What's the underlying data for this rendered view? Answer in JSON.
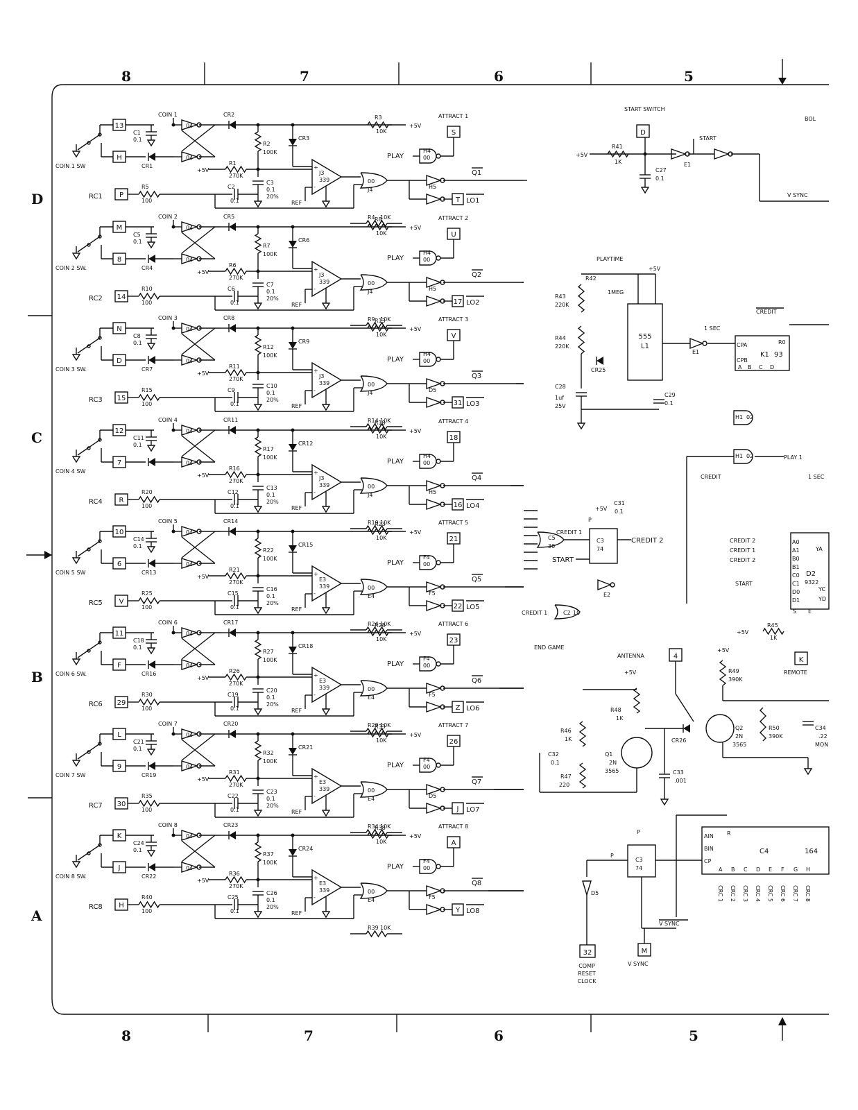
{
  "zones_top": [
    "8",
    "7",
    "6",
    "5"
  ],
  "zones_bottom": [
    "8",
    "7",
    "6",
    "5"
  ],
  "rows": [
    "D",
    "C",
    "B",
    "A"
  ],
  "coin_channels": [
    {
      "coin": "COIN 1",
      "sw": "COIN 1 SW",
      "cr_top": "CR2",
      "cr_bot": "CR1",
      "cap": "C1",
      "capv": "0.1",
      "pin_a": "13",
      "pin_b": "H",
      "rc": "RC1",
      "rcpin": "P",
      "r_rc": "R5",
      "r_rc_v": "100",
      "c_rc": "C2",
      "c_rc_v": "0.1",
      "r_pu": "R1",
      "r_pu_v": "270K",
      "r_pd": "R2",
      "r_pd_v": "100K",
      "cr_r": "CR3",
      "c_t": "C3",
      "c_t_v": "0.1",
      "c_t_tol": "20%",
      "cmp": "J3",
      "cmp_v": "339",
      "out_gate": "J4",
      "r_a": "R3",
      "r_a_v": "10K",
      "r_b": "R4",
      "r_b_v": "10K",
      "attract": "ATTRACT 1",
      "att_pin": "S",
      "play_gate": "H4",
      "q": "Q1",
      "lo": "LO1",
      "lo_pin": "T",
      "inv_gate": "H5"
    },
    {
      "coin": "COIN 2",
      "sw": "COIN 2 SW.",
      "cr_top": "CR5",
      "cr_bot": "CR4",
      "cap": "C5",
      "capv": "0.1",
      "pin_a": "M",
      "pin_b": "8",
      "rc": "RC2",
      "rcpin": "14",
      "r_rc": "R10",
      "r_rc_v": "100",
      "c_rc": "C6",
      "c_rc_v": "0.1",
      "r_pu": "R6",
      "r_pu_v": "270K",
      "r_pd": "R7",
      "r_pd_v": "100K",
      "cr_r": "CR6",
      "c_t": "C7",
      "c_t_v": "0.1",
      "c_t_tol": "20%",
      "cmp": "J3",
      "cmp_v": "339",
      "out_gate": "J4",
      "r_a": "R8",
      "r_a_v": "10K",
      "r_b": "R9",
      "r_b_v": "10K",
      "attract": "ATTRACT 2",
      "att_pin": "U",
      "play_gate": "H4",
      "q": "Q2",
      "lo": "LO2",
      "lo_pin": "17",
      "inv_gate": "H5"
    },
    {
      "coin": "COIN 3",
      "sw": "COIN 3 SW.",
      "cr_top": "CR8",
      "cr_bot": "CR7",
      "cap": "C8",
      "capv": "0.1",
      "pin_a": "N",
      "pin_b": "D",
      "rc": "RC3",
      "rcpin": "15",
      "r_rc": "R15",
      "r_rc_v": "100",
      "c_rc": "C9",
      "c_rc_v": "0.1",
      "r_pu": "R11",
      "r_pu_v": "270K",
      "r_pd": "R12",
      "r_pd_v": "100K",
      "cr_r": "CR9",
      "c_t": "C10",
      "c_t_v": "0.1",
      "c_t_tol": "20%",
      "cmp": "J3",
      "cmp_v": "339",
      "out_gate": "J4",
      "r_a": "R13",
      "r_a_v": "10K",
      "r_b": "R14",
      "r_b_v": "10K",
      "attract": "ATTRACT 3",
      "att_pin": "V",
      "play_gate": "H4",
      "q": "Q3",
      "lo": "LO3",
      "lo_pin": "31",
      "inv_gate": "D5"
    },
    {
      "coin": "COIN 4",
      "sw": "COIN 4 SW",
      "cr_top": "CR11",
      "cr_bot": "",
      "cap": "C11",
      "capv": "0.1",
      "pin_a": "12",
      "pin_b": "7",
      "rc": "RC4",
      "rcpin": "R",
      "r_rc": "R20",
      "r_rc_v": "100",
      "c_rc": "C12",
      "c_rc_v": "0.1",
      "r_pu": "R16",
      "r_pu_v": "270K",
      "r_pd": "R17",
      "r_pd_v": "100K",
      "cr_r": "CR12",
      "c_t": "C13",
      "c_t_v": "0.1",
      "c_t_tol": "20%",
      "cmp": "J3",
      "cmp_v": "339",
      "out_gate": "J4",
      "r_a": "R18",
      "r_a_v": "10K",
      "r_b": "R19",
      "r_b_v": "10K",
      "attract": "ATTRACT 4",
      "att_pin": "18",
      "play_gate": "H4",
      "q": "Q4",
      "lo": "LO4",
      "lo_pin": "16",
      "inv_gate": "H5"
    },
    {
      "coin": "COIN 5",
      "sw": "COIN 5 SW",
      "cr_top": "CR14",
      "cr_bot": "CR13",
      "cap": "C14",
      "capv": "0.1",
      "pin_a": "10",
      "pin_b": "6",
      "rc": "RC5",
      "rcpin": "V",
      "r_rc": "R25",
      "r_rc_v": "100",
      "c_rc": "C15",
      "c_rc_v": "0.1",
      "r_pu": "R21",
      "r_pu_v": "270K",
      "r_pd": "R22",
      "r_pd_v": "100K",
      "cr_r": "CR15",
      "c_t": "C16",
      "c_t_v": "0.1",
      "c_t_tol": "20%",
      "cmp": "E3",
      "cmp_v": "339",
      "out_gate": "E4",
      "r_a": "R23",
      "r_a_v": "10K",
      "r_b": "R24",
      "r_b_v": "10K",
      "attract": "ATTRACT 5",
      "att_pin": "21",
      "play_gate": "F4",
      "q": "Q5",
      "lo": "LO5",
      "lo_pin": "22",
      "inv_gate": "F5"
    },
    {
      "coin": "COIN 6",
      "sw": "COIN 6 SW.",
      "cr_top": "CR17",
      "cr_bot": "CR16",
      "cap": "C18",
      "capv": "0.1",
      "pin_a": "11",
      "pin_b": "F",
      "rc": "RC6",
      "rcpin": "29",
      "r_rc": "R30",
      "r_rc_v": "100",
      "c_rc": "C19",
      "c_rc_v": "0.1",
      "r_pu": "R26",
      "r_pu_v": "270K",
      "r_pd": "R27",
      "r_pd_v": "100K",
      "cr_r": "CR18",
      "c_t": "C20",
      "c_t_v": "0.1",
      "c_t_tol": "20%",
      "cmp": "E3",
      "cmp_v": "339",
      "out_gate": "E4",
      "r_a": "R28",
      "r_a_v": "10K",
      "r_b": "R29",
      "r_b_v": "10K",
      "attract": "ATTRACT 6",
      "att_pin": "23",
      "play_gate": "F4",
      "q": "Q6",
      "lo": "LO6",
      "lo_pin": "Z",
      "inv_gate": "F5"
    },
    {
      "coin": "COIN 7",
      "sw": "COIN 7 SW",
      "cr_top": "CR20",
      "cr_bot": "CR19",
      "cap": "C21",
      "capv": "0.1",
      "pin_a": "L",
      "pin_b": "9",
      "rc": "RC7",
      "rcpin": "30",
      "r_rc": "R35",
      "r_rc_v": "100",
      "c_rc": "C22",
      "c_rc_v": "0.1",
      "r_pu": "R31",
      "r_pu_v": "270K",
      "r_pd": "R32",
      "r_pd_v": "100K",
      "cr_r": "CR21",
      "c_t": "C23",
      "c_t_v": "0.1",
      "c_t_tol": "20%",
      "cmp": "E3",
      "cmp_v": "339",
      "out_gate": "E4",
      "r_a": "R33",
      "r_a_v": "10K",
      "r_b": "R34",
      "r_b_v": "10K",
      "attract": "ATTRACT 7",
      "att_pin": "26",
      "play_gate": "F4",
      "q": "Q7",
      "lo": "LO7",
      "lo_pin": "J",
      "inv_gate": "D5"
    },
    {
      "coin": "COIN 8",
      "sw": "COIN 8 SW.",
      "cr_top": "CR23",
      "cr_bot": "CR22",
      "cap": "C24",
      "capv": "0.1",
      "pin_a": "K",
      "pin_b": "J",
      "rc": "RC8",
      "rcpin": "H",
      "r_rc": "R40",
      "r_rc_v": "100",
      "c_rc": "C25",
      "c_rc_v": "0.1",
      "r_pu": "R36",
      "r_pu_v": "270K",
      "r_pd": "R37",
      "r_pd_v": "100K",
      "cr_r": "CR24",
      "c_t": "C26",
      "c_t_v": "0.1",
      "c_t_tol": "20%",
      "cmp": "E3",
      "cmp_v": "339",
      "out_gate": "E4",
      "r_a": "R38",
      "r_a_v": "10K",
      "r_b": "R39",
      "r_b_v": "10K",
      "attract": "ATTRACT 8",
      "att_pin": "A",
      "play_gate": "F4",
      "q": "Q8",
      "lo": "LO8",
      "lo_pin": "Y",
      "inv_gate": "F5"
    }
  ],
  "common": {
    "plus5v": "+5V",
    "play": "PLAY",
    "ref": "REF",
    "gate04": "04",
    "gate00": "00",
    "pos": "+",
    "neg": "-"
  },
  "right": {
    "start_switch": "START SWITCH",
    "start_switch_pin": "D",
    "r41": "R41",
    "r41_v": "1K",
    "c27": "C27",
    "c27_v": "0.1",
    "e1": "E1",
    "start": "START",
    "vsync": "V SYNC",
    "boll": "BOL",
    "playtime": "PLAYTIME",
    "r42": "R42",
    "r42_v": "1MEG",
    "r43": "R43",
    "r43_v": "220K",
    "r44": "R44",
    "r44_v": "220K",
    "cr25": "CR25",
    "c28": "C28",
    "c28_v": "1uf",
    "c28_v2": "25V",
    "c29": "C29",
    "c29_v": "0.1",
    "timer": "555",
    "timer_ref": "L1",
    "one_sec": "1 SEC",
    "credit_bar": "CREDIT",
    "k1": "K1",
    "k1_v": "93",
    "k1_pins": [
      "CPA",
      "CPB",
      "A",
      "B",
      "C",
      "D",
      "R0"
    ],
    "h1": "H1",
    "h1_v": "02",
    "play1": "PLAY 1",
    "one_sec_b": "1 SEC",
    "credit1": "CREDIT 1",
    "credit2": "CREDIT 2",
    "c5": "C5",
    "c5_v": "30",
    "c31": "C31",
    "c31_v": "0.1",
    "c3": "C3",
    "c3_v": "74",
    "c2": "C2",
    "c2_v": "10",
    "e2": "E2",
    "end_game": "END GAME",
    "p": "P",
    "d2": "D2",
    "d2_v": "9322",
    "d2_inputs": [
      "A0",
      "A1",
      "B0",
      "B1",
      "C0",
      "C1",
      "D0",
      "D1",
      "S",
      "E"
    ],
    "d2_out": [
      "YA",
      "YC",
      "YD"
    ],
    "r45": "R45",
    "r45_v": "1K",
    "remote": "REMOTE",
    "remote_pin": "K",
    "antenna": "ANTENNA",
    "antenna_pin": "4",
    "r49": "R49",
    "r49_v": "390K",
    "r48": "R48",
    "r48_v": "1K",
    "r46": "R46",
    "r46_v": "1K",
    "r47": "R47",
    "r47_v": "220",
    "c32": "C32",
    "c32_v": "0.1",
    "q1": "Q1",
    "q1_v": "2N",
    "q1_v2": "3565",
    "q2": "Q2",
    "q2_v": "2N",
    "q2_v2": "3565",
    "cr26": "CR26",
    "c33": "C33",
    "c33_v": ".001",
    "r50": "R50",
    "r50_v": "390K",
    "c34": "C34",
    "c34_v": ".22",
    "mon": "MON",
    "c4": "C4",
    "c4_v": "164",
    "c4_pins": [
      "AIN",
      "BIN",
      "CP",
      "R",
      "A",
      "B",
      "C",
      "D",
      "E",
      "F",
      "G",
      "H"
    ],
    "crc": [
      "CRC 1",
      "CRC 2",
      "CRC 3",
      "CRC 4",
      "CRC 5",
      "CRC 6",
      "CRC 7",
      "CRC 8"
    ],
    "c3b": "C3",
    "c3b_v": "74",
    "d5": "D5",
    "comp_pin": "32",
    "comp_reset": [
      "COMP",
      "RESET",
      "CLOCK"
    ],
    "vsync_pin": "M"
  }
}
